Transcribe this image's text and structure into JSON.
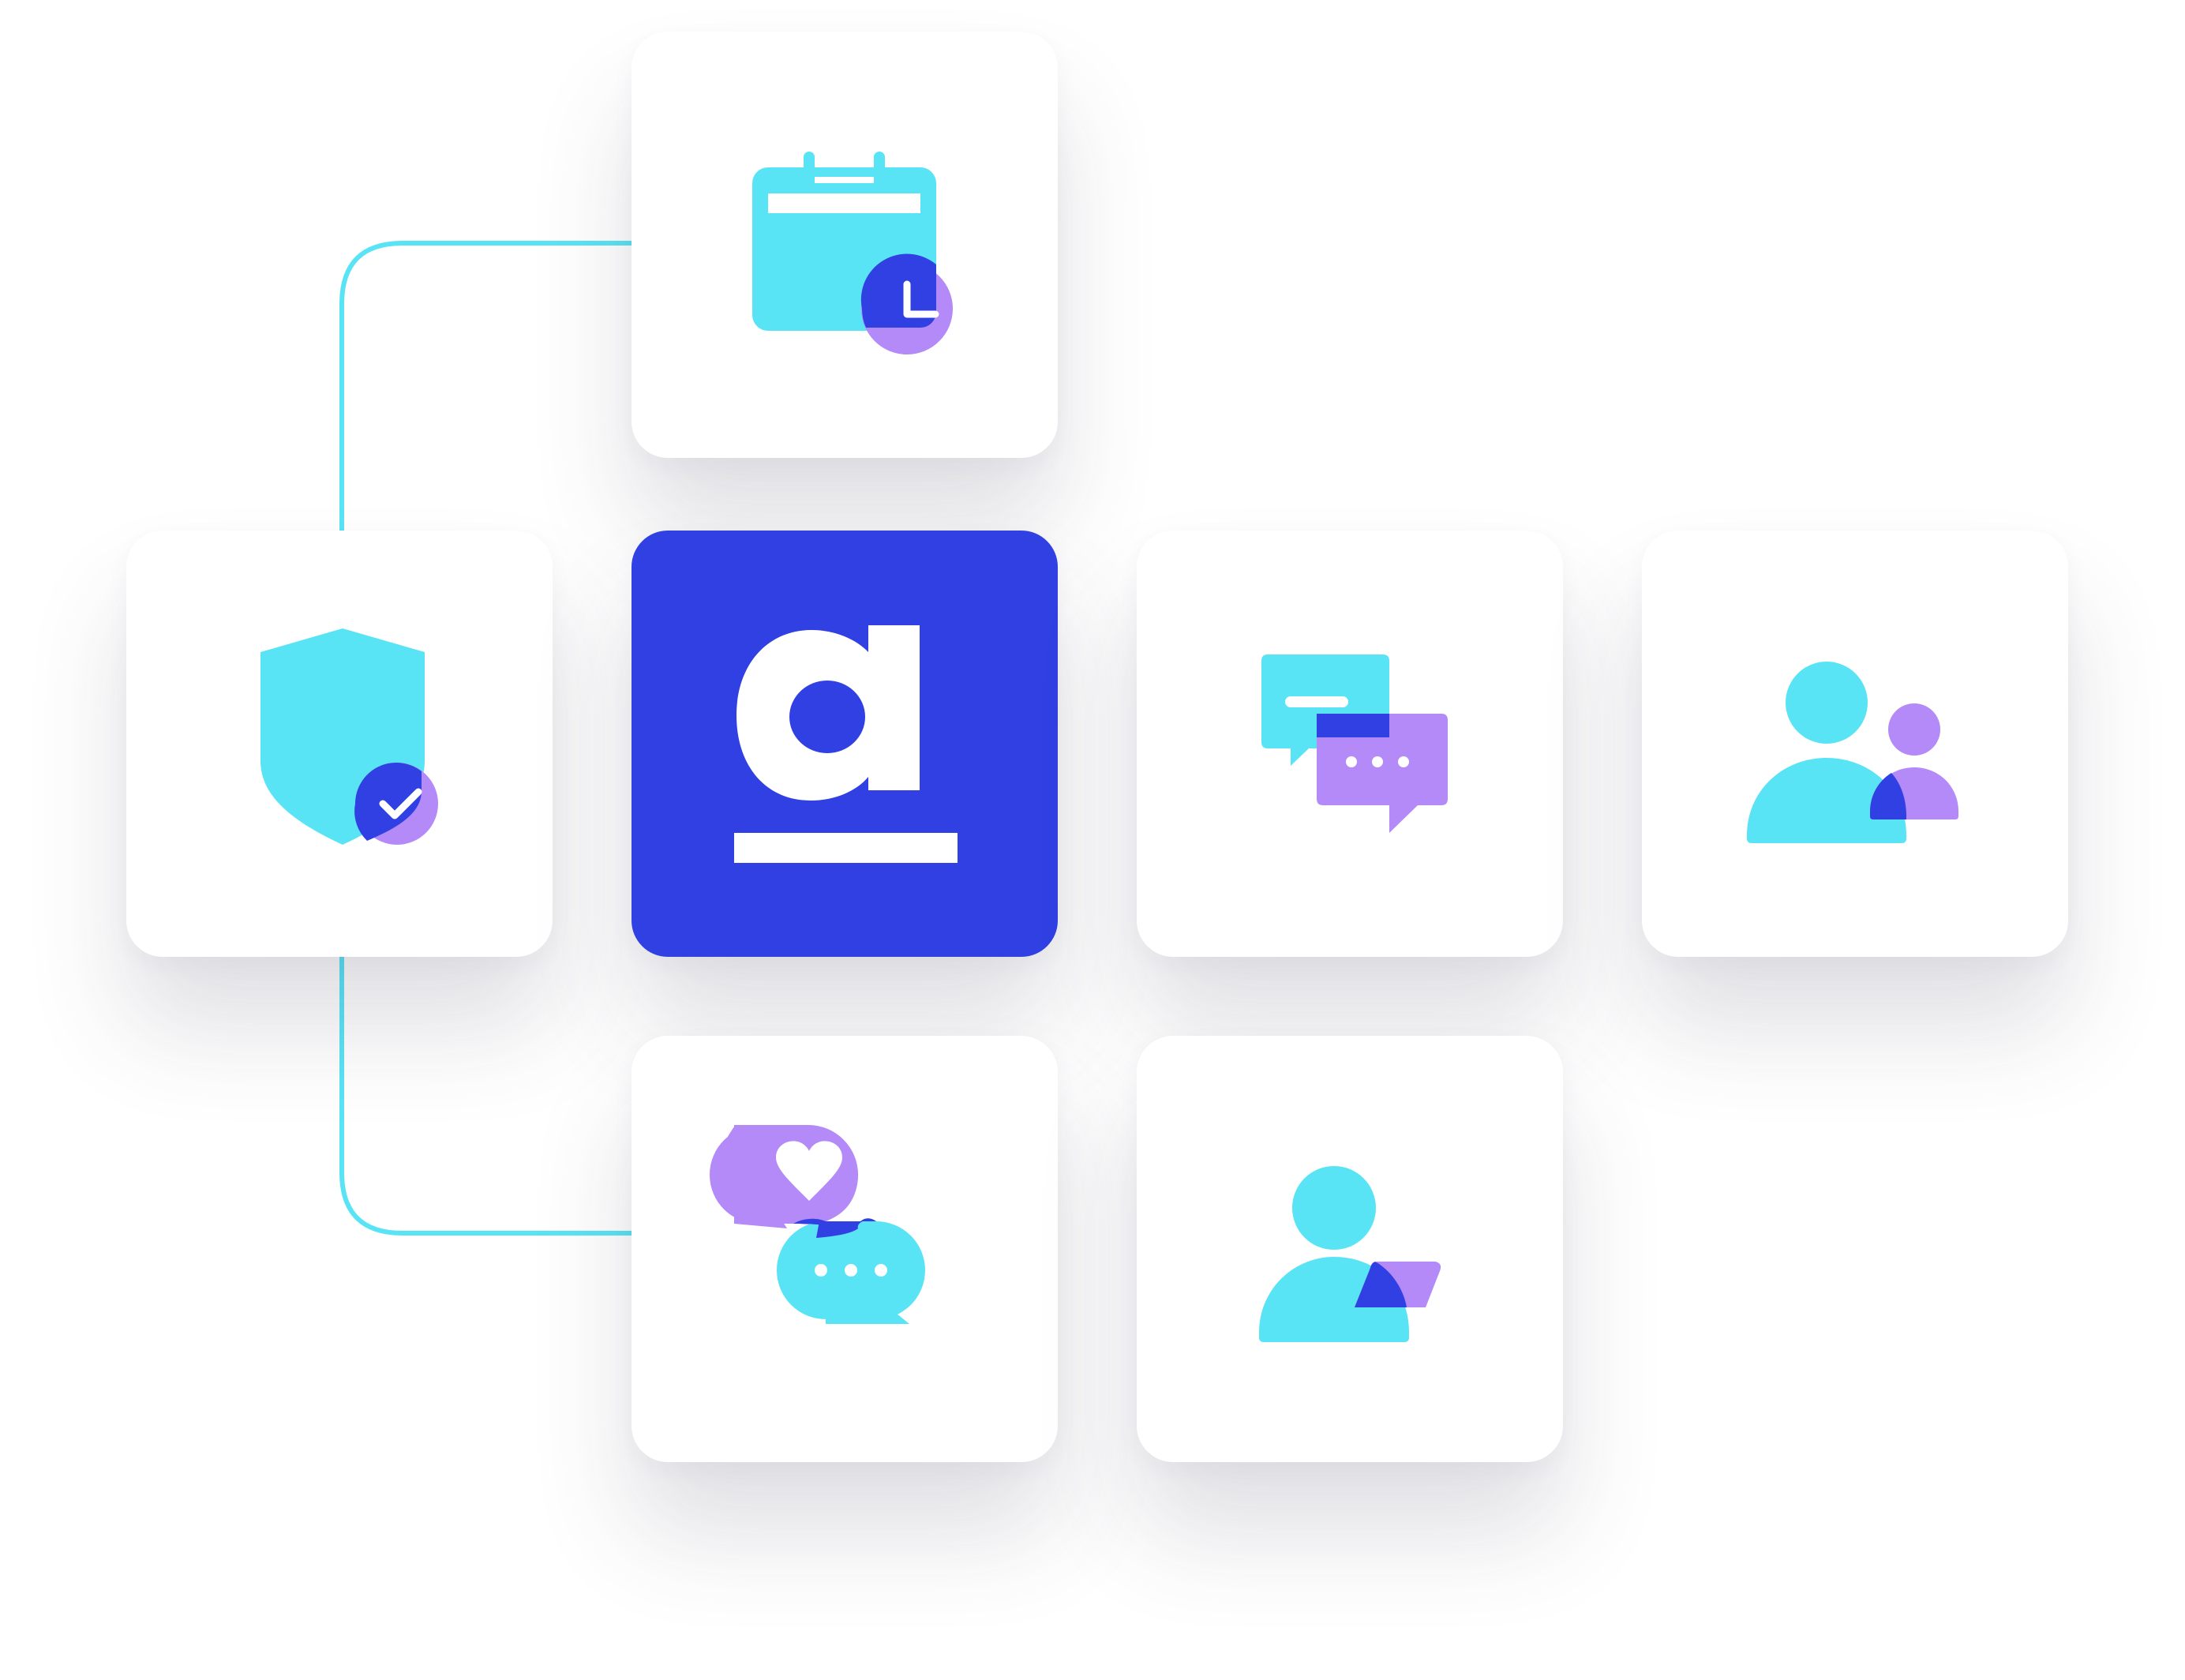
{
  "brand": {
    "logo_glyph": "a",
    "primary_color": "#3040e2",
    "accent_cyan": "#59e4f6",
    "accent_purple": "#b38af7",
    "overlap_blue": "#3040e2",
    "card_background": "#ffffff"
  },
  "cards": [
    {
      "key": "calendar",
      "icon": "calendar-clock-icon"
    },
    {
      "key": "security",
      "icon": "shield-check-icon"
    },
    {
      "key": "brand",
      "icon": "brand-a-logo"
    },
    {
      "key": "chat",
      "icon": "chat-bubbles-icon"
    },
    {
      "key": "team",
      "icon": "two-users-icon"
    },
    {
      "key": "feedback",
      "icon": "heart-chat-icon"
    },
    {
      "key": "user",
      "icon": "user-tag-icon"
    }
  ]
}
